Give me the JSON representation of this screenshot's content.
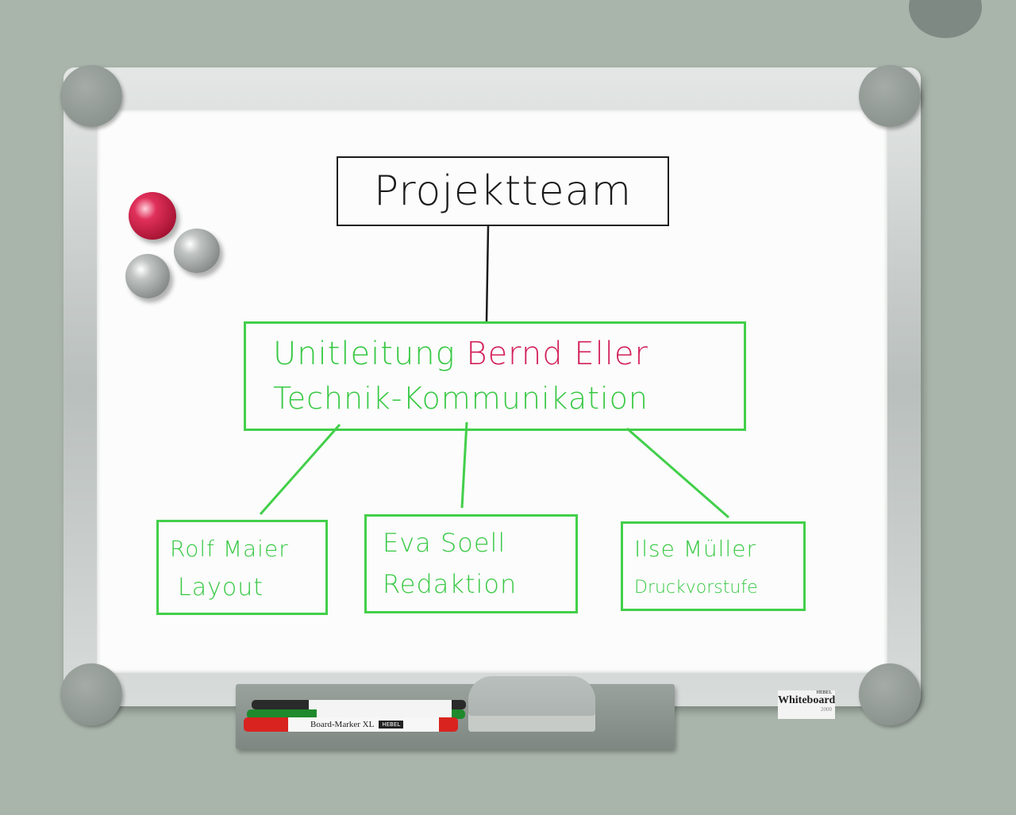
{
  "board": {
    "top": {
      "title": "Projektteam"
    },
    "lead": {
      "line1_prefix": "Unitleitung",
      "line1_name": "Bernd Eller",
      "line2": "Technik-Kommunikation"
    },
    "members": [
      {
        "name": "Rolf Maier",
        "role": "Layout"
      },
      {
        "name": "Eva Soell",
        "role": "Redaktion"
      },
      {
        "name": "Ilse Müller",
        "role": "Druckvorstufe"
      }
    ]
  },
  "tray": {
    "marker_label": "Board-Marker XL",
    "marker_brand": "HEBEL",
    "marker_colors": [
      "#2a2a2a",
      "#1f8a2c",
      "#d8231f"
    ]
  },
  "logo": {
    "brand": "HEBEL",
    "name": "Whiteboard",
    "model": "2000"
  },
  "colors": {
    "green_ink": "#3ecf48",
    "red_ink": "#d3205a",
    "black_ink": "#1a1a1a",
    "wall": "#a9b5ab"
  }
}
